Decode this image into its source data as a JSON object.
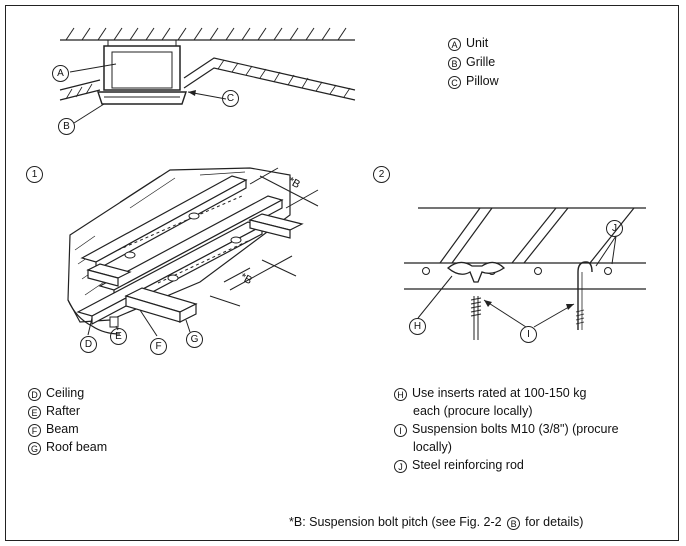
{
  "figure_top": {
    "legend": [
      {
        "marker": "A",
        "label": "Unit"
      },
      {
        "marker": "B",
        "label": "Grille"
      },
      {
        "marker": "C",
        "label": "Pillow"
      }
    ]
  },
  "figure_left": {
    "number": "1",
    "pitch_label": "*B",
    "legend": [
      {
        "marker": "D",
        "label": "Ceiling"
      },
      {
        "marker": "E",
        "label": "Rafter"
      },
      {
        "marker": "F",
        "label": "Beam"
      },
      {
        "marker": "G",
        "label": "Roof beam"
      }
    ]
  },
  "figure_right": {
    "number": "2",
    "legend": [
      {
        "marker": "H",
        "lines": [
          "Use inserts rated at 100-150 kg",
          "each (procure locally)"
        ]
      },
      {
        "marker": "I",
        "lines": [
          "Suspension bolts M10 (3/8\") (procure",
          "locally)"
        ]
      },
      {
        "marker": "J",
        "lines": [
          "Steel reinforcing rod"
        ]
      }
    ]
  },
  "footnote": {
    "before": "*B: Suspension bolt pitch (see Fig. 2-2",
    "marker": "B",
    "after": "for details)"
  }
}
